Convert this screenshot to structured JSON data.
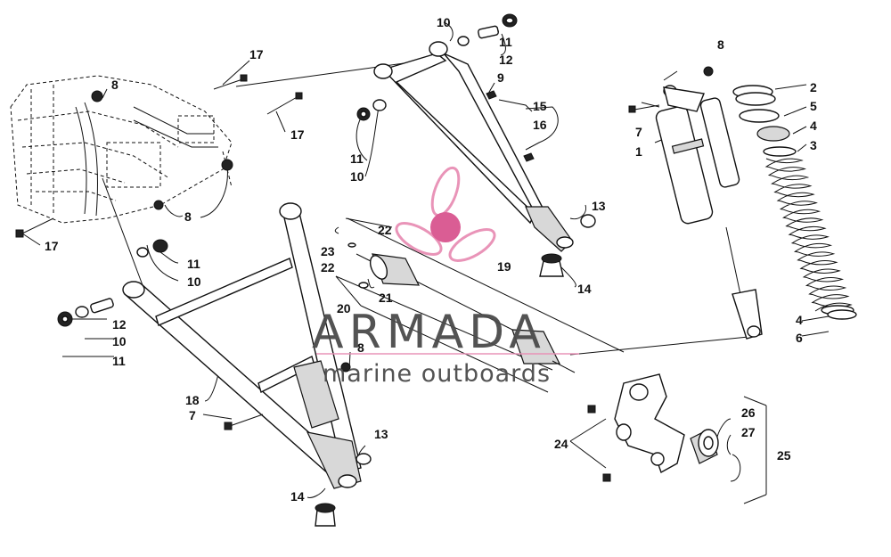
{
  "watermark": {
    "title": "ARMADA",
    "subtitle": "marine outboards",
    "colors": {
      "logo": "#e88fb5",
      "logo_center": "#d9558f",
      "text": "#4a4a4a",
      "rule": "#e88fb5"
    }
  },
  "callouts": {
    "c1": "1",
    "c2": "2",
    "c3": "3",
    "c4a": "4",
    "c4b": "4",
    "c5": "5",
    "c6": "6",
    "c7a": "7",
    "c7b": "7",
    "c8a": "8",
    "c8b": "8",
    "c8c": "8",
    "c8d": "8",
    "c9": "9",
    "c10a": "10",
    "c10b": "10",
    "c10c": "10",
    "c10d": "10",
    "c11a": "11",
    "c11b": "11",
    "c11c": "11",
    "c11d": "11",
    "c12a": "12",
    "c12b": "12",
    "c13a": "13",
    "c13b": "13",
    "c14a": "14",
    "c14b": "14",
    "c15": "15",
    "c16": "16",
    "c17a": "17",
    "c17b": "17",
    "c17c": "17",
    "c18": "18",
    "c19": "19",
    "c20": "20",
    "c21": "21",
    "c22a": "22",
    "c22b": "22",
    "c23": "23",
    "c24": "24",
    "c25": "25",
    "c26": "26",
    "c27": "27"
  }
}
